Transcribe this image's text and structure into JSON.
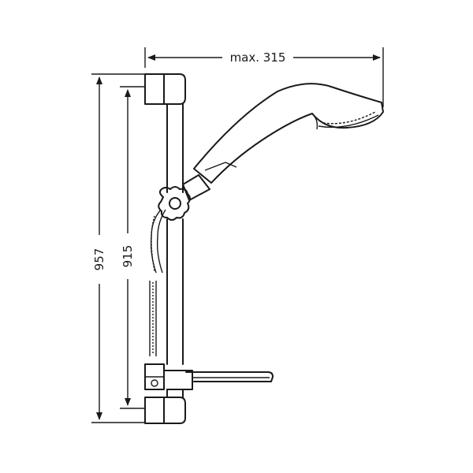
{
  "dimensions": {
    "width_label": "max. 315",
    "height_outer_label": "957",
    "height_inner_label": "915"
  }
}
